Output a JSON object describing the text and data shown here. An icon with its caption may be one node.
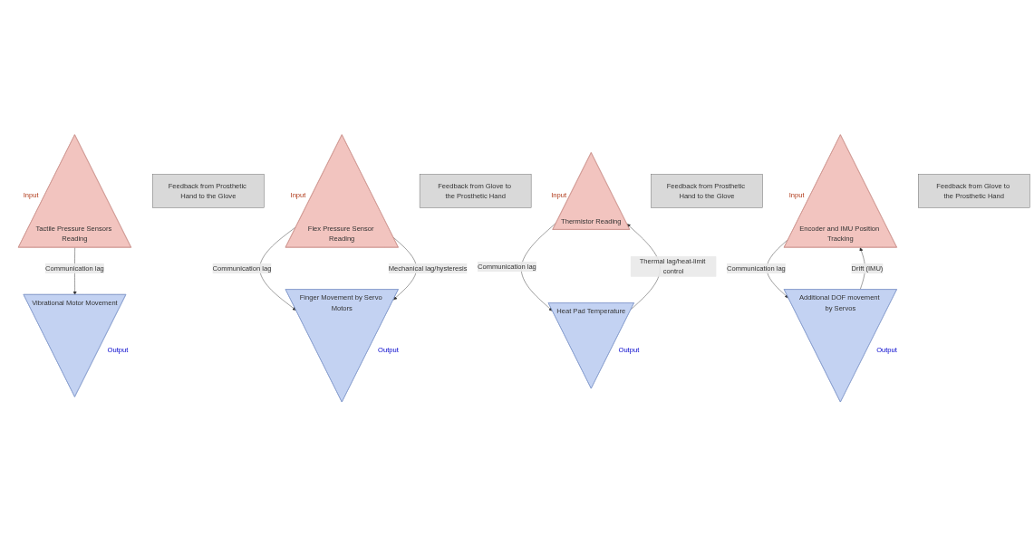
{
  "diagram": {
    "nodes": [
      {
        "text": [
          "Tactile Pressure Sensors Reading"
        ],
        "beside": [
          "Input"
        ]
      },
      {
        "text": [
          "Vibrational Motor Movement"
        ],
        "beside": [
          "Output"
        ]
      },
      {
        "text": [
          "Feedback from Prosthetic Hand to the Glove"
        ]
      },
      {
        "text": [
          "Flex Pressure Sensor Reading"
        ],
        "beside": [
          "Input"
        ]
      },
      {
        "text": [
          "Finger Movement by Servo Motors"
        ],
        "beside": [
          "Output"
        ]
      },
      {
        "text": [
          "Feedback from Glove to the Prosthetic Hand"
        ]
      },
      {
        "text": [
          "Thermistor Reading"
        ],
        "beside": [
          "Input"
        ]
      },
      {
        "text": [
          "Heat Pad Temperature"
        ],
        "beside": [
          "Output"
        ]
      },
      {
        "text": [
          "Feedback from Prosthetic Hand to the Glove"
        ]
      },
      {
        "text": [
          "Encoder and IMU Position Tracking"
        ],
        "beside": [
          "Input"
        ]
      },
      {
        "text": [
          "Additional DOF movement by Servos"
        ],
        "beside": [
          "Output"
        ]
      },
      {
        "text": [
          "Feedback from Glove to the Prosthetic Hand"
        ]
      }
    ],
    "edges": [
      {
        "from": 0,
        "to": 1,
        "arrow": "to",
        "label": "Communication lag"
      },
      {
        "from": 3,
        "to": 4,
        "arrow": "to",
        "label": "Communication lag"
      },
      {
        "from": 3,
        "to": 4,
        "arrow": "to",
        "label": "Mechanical lag/hysteresis"
      },
      {
        "from": 6,
        "to": 7,
        "arrow": "to",
        "label": "Communication lag"
      },
      {
        "from": 7,
        "to": 6,
        "arrow": "to",
        "label": "Thermal lag/heat-limit control"
      },
      {
        "from": 9,
        "to": 10,
        "arrow": "to",
        "label": "Communication lag"
      },
      {
        "from": 10,
        "to": 9,
        "arrow": "to",
        "label": "Drift (IMU)"
      }
    ]
  }
}
